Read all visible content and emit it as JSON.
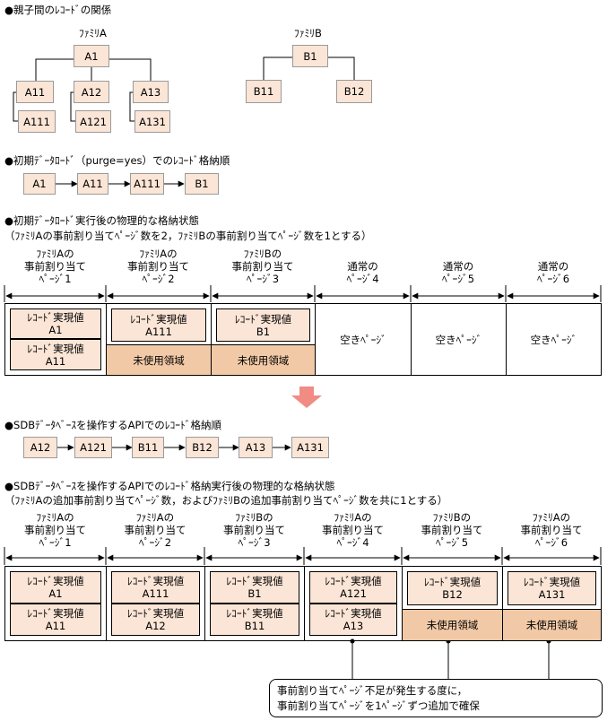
{
  "section1": {
    "title": "●親子間のﾚｺｰﾄﾞの関係",
    "family_a": {
      "label": "ﾌｧﾐﾘA",
      "root": "A1",
      "children": [
        "A11",
        "A12",
        "A13"
      ],
      "grandchildren": [
        "A111",
        "A121",
        "A131"
      ]
    },
    "family_b": {
      "label": "ﾌｧﾐﾘB",
      "root": "B1",
      "children": [
        "B11",
        "B12"
      ]
    }
  },
  "section2": {
    "title": "●初期ﾃﾞｰﾀﾛｰﾄﾞ（purge=yes）でのﾚｺｰﾄﾞ格納順",
    "order": [
      "A1",
      "A11",
      "A111",
      "B1"
    ]
  },
  "section3": {
    "title": "●初期ﾃﾞｰﾀﾛｰﾄﾞ実行後の物理的な格納状態",
    "subtitle": "（ﾌｧﾐﾘAの事前割り当てﾍﾟｰｼﾞ数を2，ﾌｧﾐﾘBの事前割り当てﾍﾟｰｼﾞ数を1とする）",
    "pages": [
      {
        "header": [
          "ﾌｧﾐﾘAの",
          "事前割り当て",
          "ﾍﾟｰｼﾞ1"
        ],
        "records": [
          [
            "ﾚｺｰﾄﾞ実現値",
            "A1"
          ],
          [
            "ﾚｺｰﾄﾞ実現値",
            "A11"
          ]
        ]
      },
      {
        "header": [
          "ﾌｧﾐﾘAの",
          "事前割り当て",
          "ﾍﾟｰｼﾞ2"
        ],
        "records": [
          [
            "ﾚｺｰﾄﾞ実現値",
            "A111"
          ]
        ],
        "unused": "未使用領域"
      },
      {
        "header": [
          "ﾌｧﾐﾘBの",
          "事前割り当て",
          "ﾍﾟｰｼﾞ3"
        ],
        "records": [
          [
            "ﾚｺｰﾄﾞ実現値",
            "B1"
          ]
        ],
        "unused": "未使用領域"
      },
      {
        "header": [
          "通常の",
          "ﾍﾟｰｼﾞ4"
        ],
        "empty": "空きﾍﾟｰｼﾞ"
      },
      {
        "header": [
          "通常の",
          "ﾍﾟｰｼﾞ5"
        ],
        "empty": "空きﾍﾟｰｼﾞ"
      },
      {
        "header": [
          "通常の",
          "ﾍﾟｰｼﾞ6"
        ],
        "empty": "空きﾍﾟｰｼﾞ"
      }
    ]
  },
  "section4": {
    "title": "●SDBﾃﾞｰﾀﾍﾞｰｽを操作するAPIでのﾚｺｰﾄﾞ格納順",
    "order": [
      "A12",
      "A121",
      "B11",
      "B12",
      "A13",
      "A131"
    ]
  },
  "section5": {
    "title": "●SDBﾃﾞｰﾀﾍﾞｰｽを操作するAPIでのﾚｺｰﾄﾞ格納実行後の物理的な格納状態",
    "subtitle": "（ﾌｧﾐﾘAの追加事前割り当てﾍﾟｰｼﾞ数，およびﾌｧﾐﾘBの追加事前割り当てﾍﾟｰｼﾞ数を共に1とする）",
    "pages": [
      {
        "header": [
          "ﾌｧﾐﾘAの",
          "事前割り当て",
          "ﾍﾟｰｼﾞ1"
        ],
        "records": [
          [
            "ﾚｺｰﾄﾞ実現値",
            "A1"
          ],
          [
            "ﾚｺｰﾄﾞ実現値",
            "A11"
          ]
        ]
      },
      {
        "header": [
          "ﾌｧﾐﾘAの",
          "事前割り当て",
          "ﾍﾟｰｼﾞ2"
        ],
        "records": [
          [
            "ﾚｺｰﾄﾞ実現値",
            "A111"
          ],
          [
            "ﾚｺｰﾄﾞ実現値",
            "A12"
          ]
        ]
      },
      {
        "header": [
          "ﾌｧﾐﾘBの",
          "事前割り当て",
          "ﾍﾟｰｼﾞ3"
        ],
        "records": [
          [
            "ﾚｺｰﾄﾞ実現値",
            "B1"
          ],
          [
            "ﾚｺｰﾄﾞ実現値",
            "B11"
          ]
        ]
      },
      {
        "header": [
          "ﾌｧﾐﾘAの",
          "事前割り当て",
          "ﾍﾟｰｼﾞ4"
        ],
        "records": [
          [
            "ﾚｺｰﾄﾞ実現値",
            "A121"
          ],
          [
            "ﾚｺｰﾄﾞ実現値",
            "A13"
          ]
        ]
      },
      {
        "header": [
          "ﾌｧﾐﾘBの",
          "事前割り当て",
          "ﾍﾟｰｼﾞ5"
        ],
        "records": [
          [
            "ﾚｺｰﾄﾞ実現値",
            "B12"
          ]
        ],
        "unused": "未使用領域"
      },
      {
        "header": [
          "ﾌｧﾐﾘAの",
          "事前割り当て",
          "ﾍﾟｰｼﾞ6"
        ],
        "records": [
          [
            "ﾚｺｰﾄﾞ実現値",
            "A131"
          ]
        ],
        "unused": "未使用領域"
      }
    ],
    "callout": [
      "事前割り当てﾍﾟｰｼﾞ不足が発生する度に，",
      "事前割り当てﾍﾟｰｼﾞを1ﾍﾟｰｼﾞずつ追加で確保"
    ]
  },
  "colors": {
    "box_fill": "#fbe5d6",
    "unused_fill": "#f2c9a6",
    "arrow": "#f08c84"
  }
}
